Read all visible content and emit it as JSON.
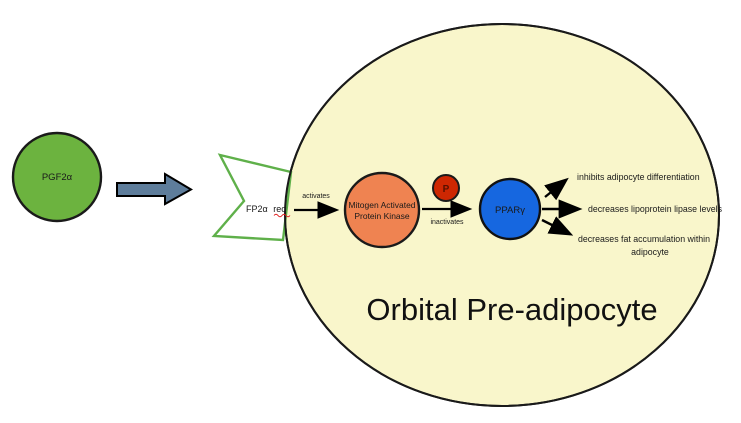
{
  "diagram": {
    "ligand": {
      "label": "PGF2α"
    },
    "receptor": {
      "label_prefix": "FP2α",
      "label_misspelled": "rec"
    },
    "signal_labels": {
      "activates": "activates",
      "inactivates": "inactivates"
    },
    "nodes": {
      "mapk": {
        "line1": "Mitogen Activated",
        "line2": "Protein Kinase"
      },
      "phosphate": {
        "label": "P"
      },
      "ppar": {
        "label": "PPARγ"
      }
    },
    "effects": [
      {
        "label": "inhibits adipocyte differentiation"
      },
      {
        "label": "decreases lipoprotein lipase levels"
      },
      {
        "line1": "decreases fat accumulation within",
        "line2": "adipocyte"
      }
    ],
    "cell": {
      "title": "Orbital Pre-adipocyte"
    },
    "colors": {
      "cell_fill": "#F9F6CB",
      "outline": "#1a1a1a",
      "ligand_green": "#6CB33F",
      "receptor_green": "#5FB04A",
      "block_arrow_blue_gray": "#5E7D9B",
      "mapk_orange": "#EF8351",
      "phosphate_red": "#CE2702",
      "phosphate_letter": "#571000",
      "ppar_blue": "#1667E0",
      "spellcheck_red": "#E02020"
    }
  }
}
